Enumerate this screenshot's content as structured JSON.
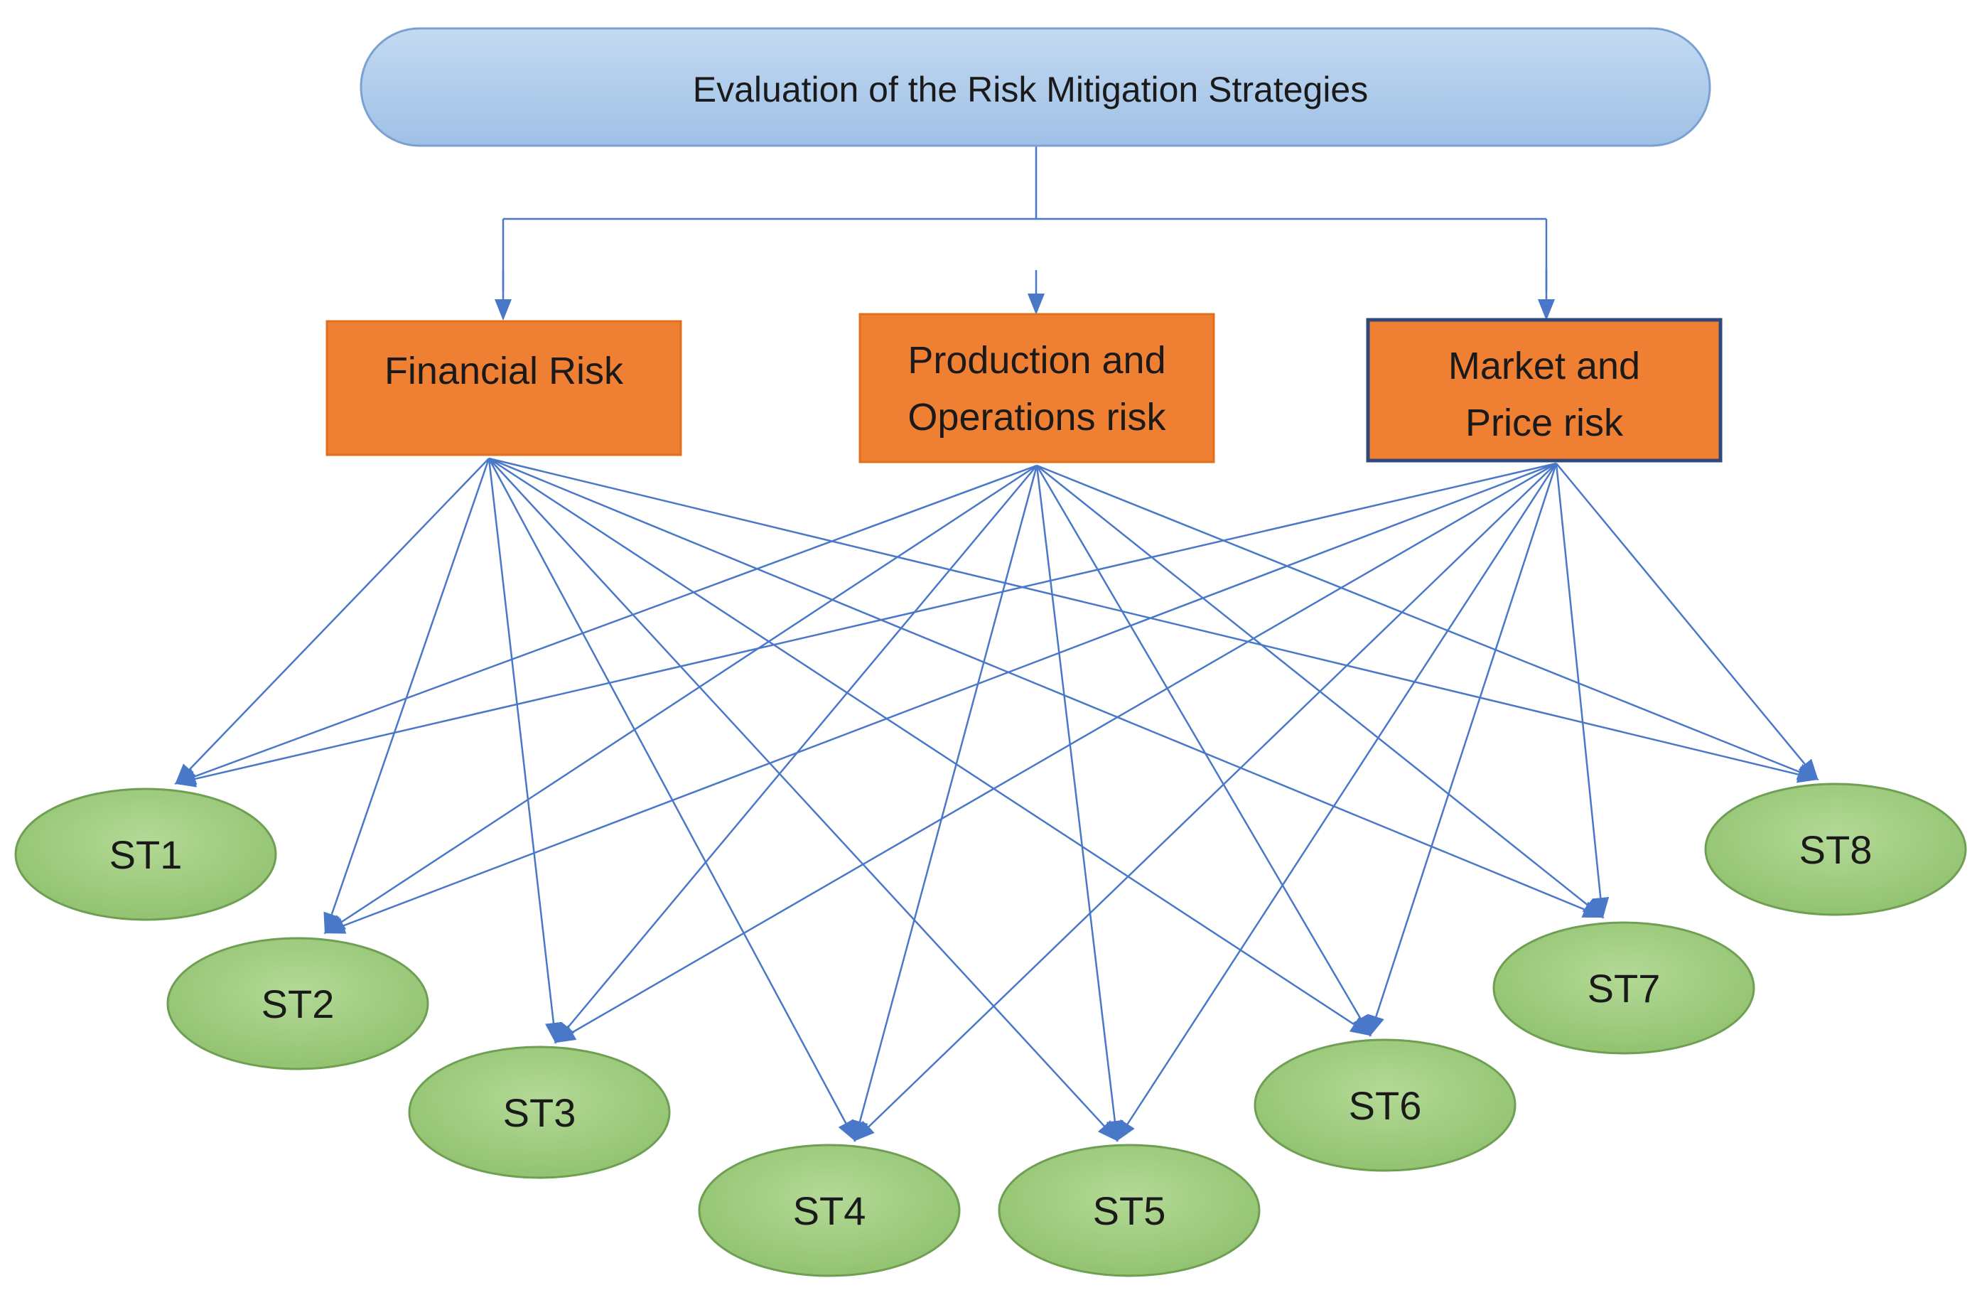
{
  "goal": {
    "label": "Evaluation of the Risk Mitigation Strategies"
  },
  "criteria": [
    {
      "id": "financial",
      "lines": [
        "Financial Risk"
      ]
    },
    {
      "id": "production",
      "lines": [
        "Production and",
        "Operations risk"
      ]
    },
    {
      "id": "market",
      "lines": [
        "Market and",
        "Price risk"
      ]
    }
  ],
  "strategies": [
    {
      "id": "ST1",
      "label": "ST1"
    },
    {
      "id": "ST2",
      "label": "ST2"
    },
    {
      "id": "ST3",
      "label": "ST3"
    },
    {
      "id": "ST4",
      "label": "ST4"
    },
    {
      "id": "ST5",
      "label": "ST5"
    },
    {
      "id": "ST6",
      "label": "ST6"
    },
    {
      "id": "ST7",
      "label": "ST7"
    },
    {
      "id": "ST8",
      "label": "ST8"
    }
  ],
  "edges": {
    "goal_to_criteria": [
      "financial",
      "production",
      "market"
    ],
    "criteria_to_strategies": "all"
  },
  "colors": {
    "goal_fill": "#a9c8ea",
    "goal_stroke": "#7aa1d2",
    "criteria_fill": "#ef7f33",
    "criteria_stroke": "#e0701f",
    "criteria_highlight_stroke": "#2f4a7a",
    "strategy_fill": "#9bcb7a",
    "strategy_stroke": "#6e9f52",
    "arrow": "#4a78c8"
  }
}
